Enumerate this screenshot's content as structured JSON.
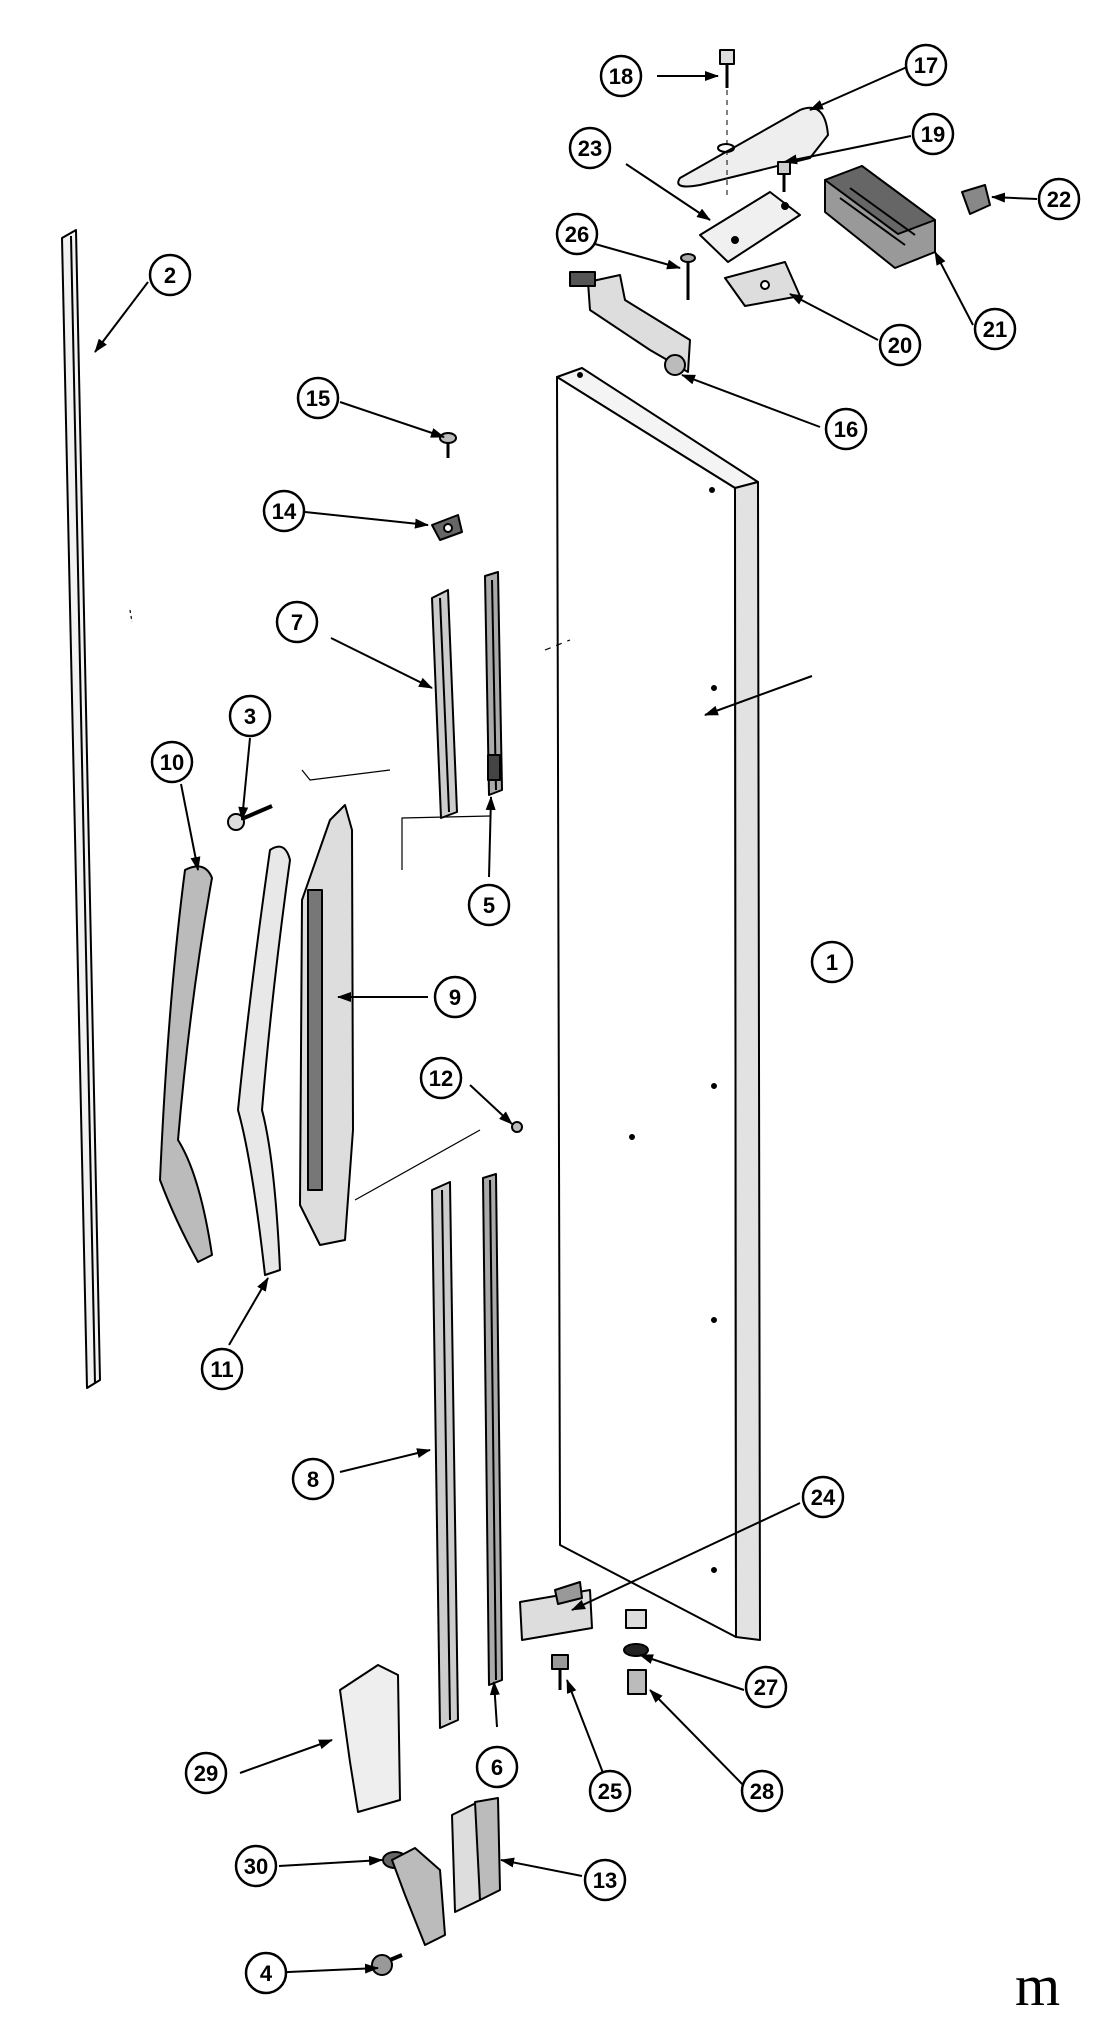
{
  "diagram": {
    "callouts": [
      "1",
      "2",
      "3",
      "4",
      "5",
      "6",
      "7",
      "8",
      "9",
      "10",
      "11",
      "12",
      "13",
      "14",
      "15",
      "16",
      "17",
      "18",
      "19",
      "20",
      "21",
      "22",
      "23",
      "24",
      "25",
      "26",
      "27",
      "28",
      "29",
      "30"
    ],
    "footer_code": "m"
  }
}
